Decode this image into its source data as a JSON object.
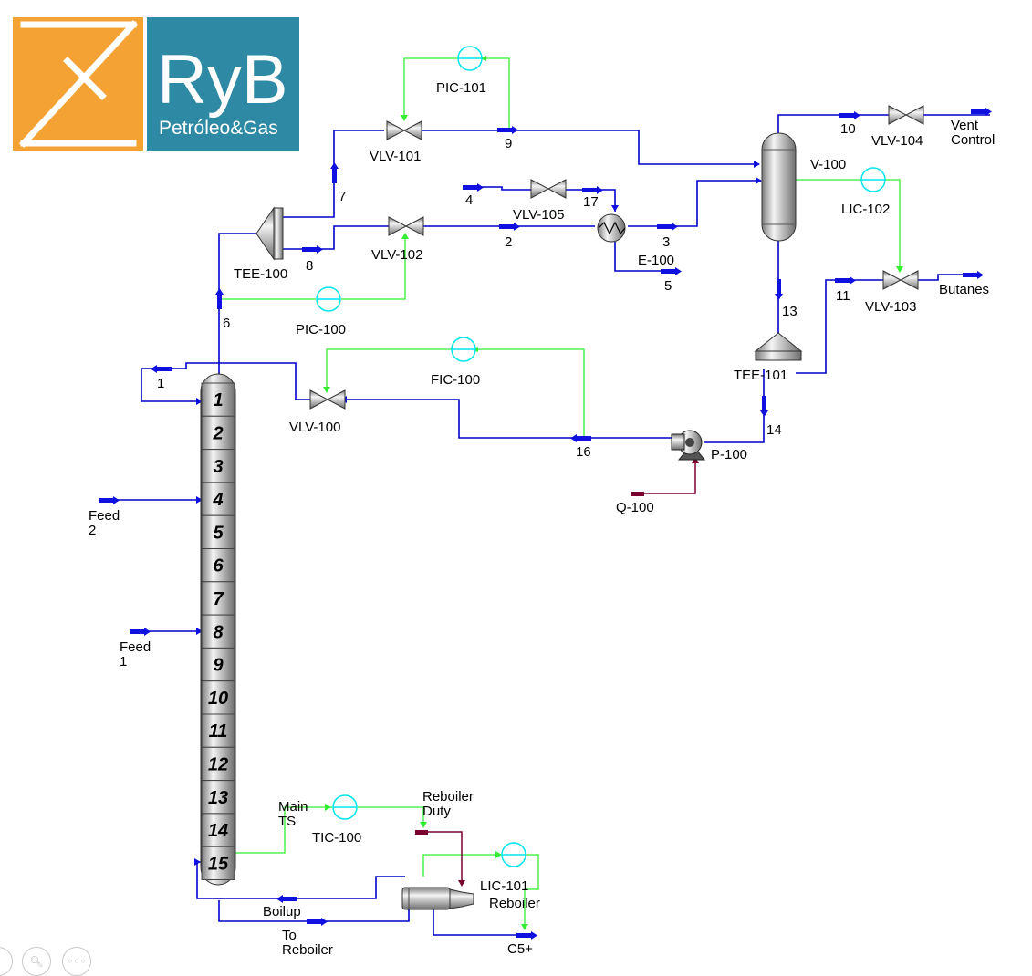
{
  "logo": {
    "main": "RyB",
    "sub": "Petróleo&Gas",
    "colors": {
      "orange": "#F4A233",
      "teal": "#2E8AA4"
    }
  },
  "colors": {
    "material": "#0000cc",
    "arrow": "#1010e0",
    "signal": "#33ee33",
    "energy": "#7a0030",
    "controller": "#00e5ee"
  },
  "streams": {
    "s1": "1",
    "s2": "2",
    "s3": "3",
    "s4": "4",
    "s5": "5",
    "s6": "6",
    "s7": "7",
    "s8": "8",
    "s9": "9",
    "s10": "10",
    "s11": "11",
    "s13": "13",
    "s14": "14",
    "s16": "16",
    "s17": "17",
    "q100": "Q-100",
    "butanes": "Butanes",
    "vent_l1": "Vent",
    "vent_l2": "Control",
    "feed2_l1": "Feed",
    "feed2_l2": "2",
    "feed1_l1": "Feed",
    "feed1_l2": "1",
    "main_ts_l1": "Main",
    "main_ts_l2": "TS",
    "reb_duty_l1": "Reboiler",
    "reb_duty_l2": "Duty",
    "boilup": "Boilup",
    "to_reb_l1": "To",
    "to_reb_l2": "Reboiler",
    "c5": "C5+"
  },
  "units": {
    "vlv100": "VLV-100",
    "vlv101": "VLV-101",
    "vlv102": "VLV-102",
    "vlv103": "VLV-103",
    "vlv104": "VLV-104",
    "vlv105": "VLV-105",
    "tee100": "TEE-100",
    "tee101": "TEE-101",
    "e100": "E-100",
    "v100": "V-100",
    "p100": "P-100",
    "reboiler": "Reboiler"
  },
  "controllers": {
    "pic100": "PIC-100",
    "pic101": "PIC-101",
    "fic100": "FIC-100",
    "lic101": "LIC-101",
    "lic102": "LIC-102",
    "tic100": "TIC-100"
  },
  "column": {
    "trays": [
      "1",
      "2",
      "3",
      "4",
      "5",
      "6",
      "7",
      "8",
      "9",
      "10",
      "11",
      "12",
      "13",
      "14",
      "15"
    ]
  }
}
